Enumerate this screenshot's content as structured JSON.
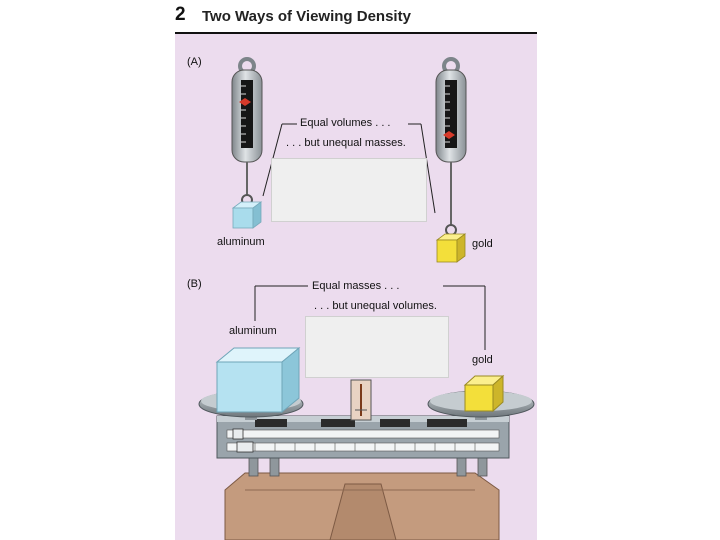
{
  "header": {
    "figure_number": "2",
    "title": "Two Ways of Viewing Density"
  },
  "part_a": {
    "label": "(A)",
    "line1": "Equal volumes . . .",
    "line2": ". . . but unequal masses.",
    "left_object": "aluminum",
    "right_object": "gold"
  },
  "part_b": {
    "label": "(B)",
    "line1": "Equal masses . . .",
    "line2": ". . . but unequal volumes.",
    "left_object": "aluminum",
    "right_object": "gold"
  },
  "colors": {
    "panel_background": "#ecdcee",
    "aluminum": "#a9dcec",
    "gold": "#f3df3a",
    "scale_body": "#9aa4ab",
    "base": "#c49b7e"
  }
}
